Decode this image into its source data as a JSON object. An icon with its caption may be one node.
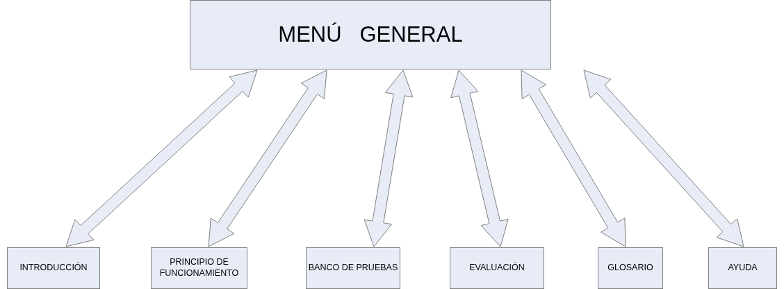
{
  "diagram": {
    "nodes": [
      {
        "text": [
          "MENÚ   GENERAL"
        ]
      },
      {
        "text": [
          "INTRODUCCIÓN"
        ]
      },
      {
        "text": [
          "PRINCIPIO DE FUNCIONAMIENTO"
        ]
      },
      {
        "text": [
          "BANCO DE PRUEBAS"
        ]
      },
      {
        "text": [
          "EVALUACIÓN"
        ]
      },
      {
        "text": [
          "GLOSARIO"
        ]
      },
      {
        "text": [
          "AYUDA"
        ]
      }
    ],
    "edges": [
      {
        "from": 0,
        "to": 1,
        "arrow": "both"
      },
      {
        "from": 0,
        "to": 2,
        "arrow": "both"
      },
      {
        "from": 0,
        "to": 3,
        "arrow": "both"
      },
      {
        "from": 0,
        "to": 4,
        "arrow": "both"
      },
      {
        "from": 0,
        "to": 5,
        "arrow": "both"
      },
      {
        "from": 0,
        "to": 6,
        "arrow": "both"
      }
    ]
  }
}
